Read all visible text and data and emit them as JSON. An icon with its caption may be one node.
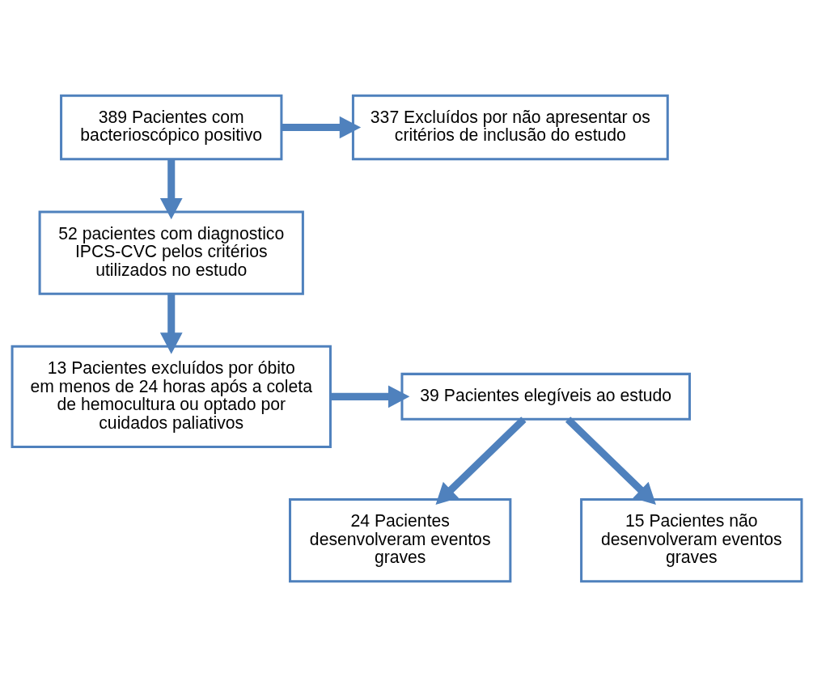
{
  "diagram": {
    "nodes": [
      {
        "text": [
          "389 Pacientes com bacterioscópico positivo"
        ]
      },
      {
        "text": [
          "337 Excluídos por não apresentar os critérios de inclusão do estudo"
        ]
      },
      {
        "text": [
          "52 pacientes com diagnostico IPCS-CVC pelos critérios utilizados no estudo"
        ]
      },
      {
        "text": [
          "13 Pacientes excluídos por óbito em menos de 24 horas após a coleta de hemocultura ou optado por cuidados paliativos"
        ]
      },
      {
        "text": [
          "39 Pacientes elegíveis ao estudo"
        ]
      },
      {
        "text": [
          "24 Pacientes desenvolveram eventos graves"
        ]
      },
      {
        "text": [
          "15 Pacientes não desenvolveram eventos graves"
        ]
      }
    ],
    "edges": [
      {
        "from": 0,
        "to": 1,
        "arrow": "to"
      },
      {
        "from": 0,
        "to": 2,
        "arrow": "to"
      },
      {
        "from": 2,
        "to": 3,
        "arrow": "to"
      },
      {
        "from": 3,
        "to": 4,
        "arrow": "to"
      },
      {
        "from": 4,
        "to": 5,
        "arrow": "to"
      },
      {
        "from": 4,
        "to": 6,
        "arrow": "to"
      }
    ]
  }
}
